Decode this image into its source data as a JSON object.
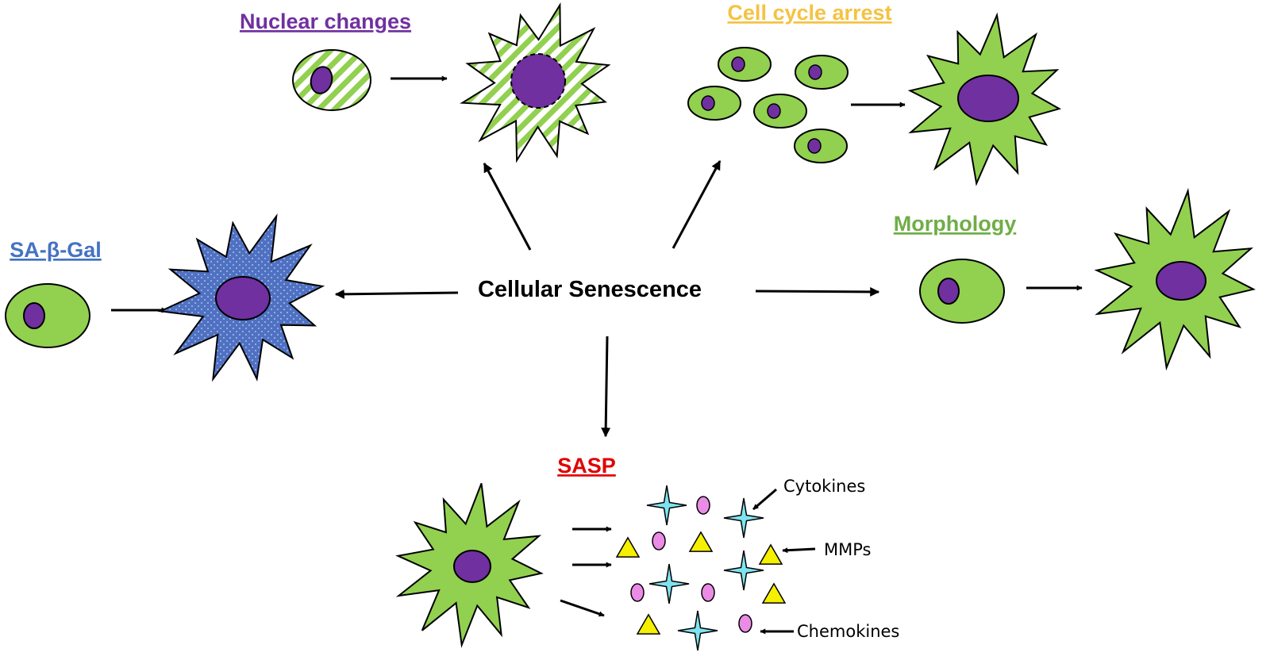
{
  "center_label": "Cellular Senescence",
  "sections": {
    "nuclear": {
      "label": "Nuclear changes",
      "color": "#7030a0"
    },
    "cellcycle": {
      "label": "Cell cycle arrest",
      "color": "#f5c242"
    },
    "sagal": {
      "label": "SA-β-Gal",
      "color": "#4472c4"
    },
    "morphology": {
      "label": "Morphology",
      "color": "#70ad47"
    },
    "sasp": {
      "label": "SASP",
      "color": "#e00000"
    }
  },
  "sasp_factors": {
    "cytokines": "Cytokines",
    "mmps": "MMPs",
    "chemokines": "Chemokines"
  },
  "colors": {
    "cell_green": "#92d050",
    "nucleus_purple": "#7030a0",
    "sagal_blue": "#4f71c2",
    "star_cyan": "#7fe3ee",
    "oval_pink": "#ea8ce6",
    "triangle_yellow": "#f4f000"
  }
}
